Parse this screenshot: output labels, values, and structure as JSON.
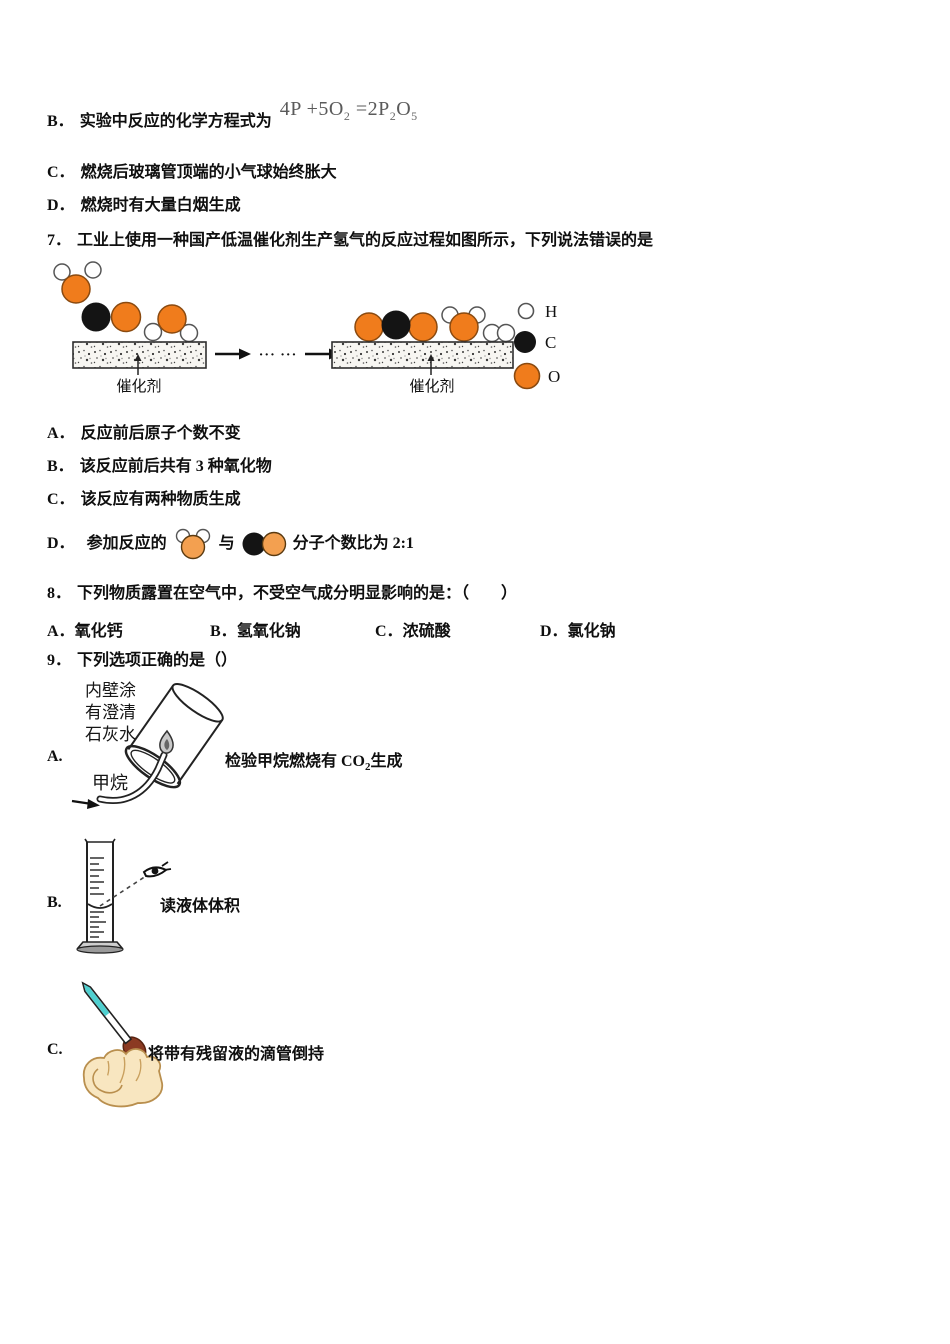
{
  "colors": {
    "oxygen_orange": "#f07c1c",
    "carbon_black": "#141414",
    "hydrogen_white": "#ffffff",
    "equation_gray": "#5a5a5a",
    "dropper_teal": "#4fd0d0",
    "bulb_brown": "#8b3a22",
    "hand_skin": "#f8e6c0"
  },
  "q6": {
    "options": [
      {
        "label": "B．",
        "text": "实验中反应的化学方程式为"
      },
      {
        "label": "C．",
        "text": "燃烧后玻璃管顶端的小气球始终胀大"
      },
      {
        "label": "D．",
        "text": "燃烧时有大量白烟生成"
      }
    ],
    "equation": {
      "part1": "4P +5O",
      "sub1": "2",
      "part2": " =2P",
      "sub2": "2",
      "part3": "O",
      "sub3": "5"
    }
  },
  "q7": {
    "number": "7．",
    "stem": "工业上使用一种国产低温催化剂生产氢气的反应过程如图所示，下列说法错误的是",
    "diagram": {
      "catalyst_label_left": "催化剂",
      "catalyst_label_right": "催化剂",
      "dots": "··· ···",
      "legend": [
        {
          "symbol": "H"
        },
        {
          "symbol": "C"
        },
        {
          "symbol": "O"
        }
      ]
    },
    "options": [
      {
        "label": "A．",
        "text": "反应前后原子个数不变"
      },
      {
        "label": "B．",
        "text": "该反应前后共有 3 种氧化物"
      },
      {
        "label": "C．",
        "text": "该反应有两种物质生成"
      },
      {
        "label": "D．",
        "prefix": "参加反应的",
        "conj": "与",
        "suffix": "分子个数比为 2:1"
      }
    ]
  },
  "q8": {
    "number": "8．",
    "stem": "下列物质露置在空气中，不受空气成分明显影响的是：（　　）",
    "options": [
      {
        "label": "A．",
        "text": "氧化钙"
      },
      {
        "label": "B．",
        "text": "氢氧化钠"
      },
      {
        "label": "C．",
        "text": "浓硫酸"
      },
      {
        "label": "D．",
        "text": "氯化钠"
      }
    ]
  },
  "q9": {
    "number": "9．",
    "stem": "下列选项正确的是（）",
    "options": [
      {
        "label": "A.",
        "annotation_lines": [
          "内壁涂",
          "有澄清",
          "石灰水"
        ],
        "gas_label": "甲烷",
        "desc_part1": "检验甲烷燃烧有 CO",
        "desc_sub": "2",
        "desc_part2": "生成"
      },
      {
        "label": "B.",
        "desc": "读液体体积"
      },
      {
        "label": "C.",
        "desc": "将带有残留液的滴管倒持"
      }
    ]
  }
}
